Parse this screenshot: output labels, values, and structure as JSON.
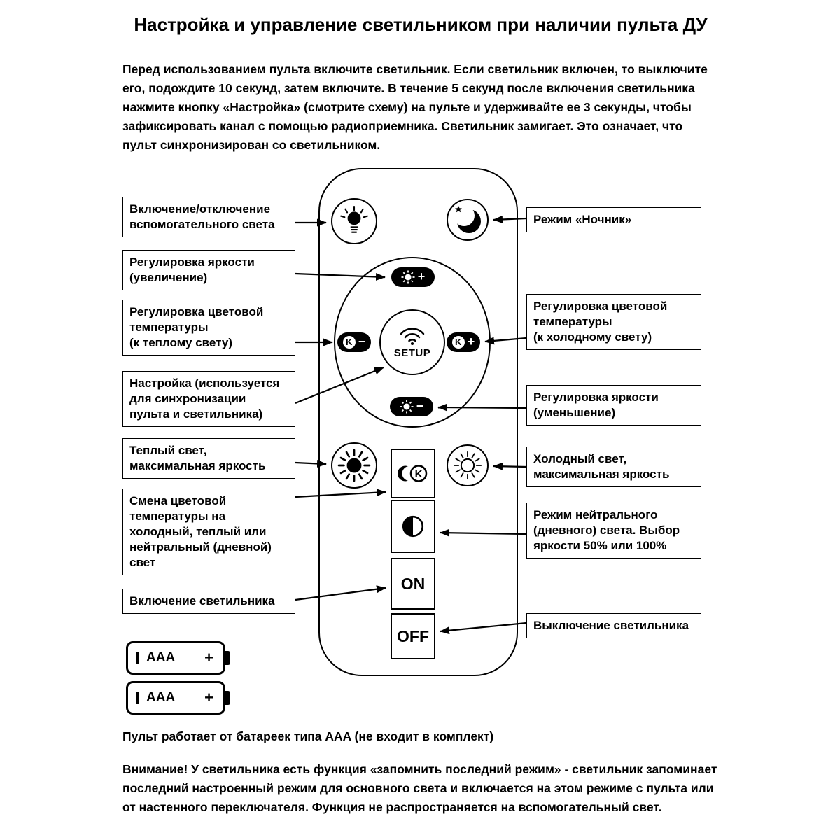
{
  "title": "Настройка и управление светильником при наличии пульта ДУ",
  "intro": "Перед использованием пульта включите светильник. Если светильник включен, то выключите его, подождите 10 секунд, затем включите. В течение 5 секунд после включения светильника нажмите кнопку «Настройка» (смотрите схему) на пульте и удерживайте ее 3 секунды, чтобы зафиксировать канал с помощью радиоприемника. Светильник замигает. Это означает, что пульт синхронизирован со светильником.",
  "callouts": {
    "left": [
      "Включение/отключение\nвспомогательного света",
      "Регулировка яркости\n(увеличение)",
      "Регулировка цветовой\nтемпературы\n(к теплому свету)",
      "Настройка (используется\nдля синхронизации\nпульта и светильника)",
      "Теплый свет,\nмаксимальная яркость",
      "Смена цветовой\nтемпературы на\nхолодный, теплый или\nнейтральный (дневной)\nсвет",
      "Включение светильника"
    ],
    "right": [
      "Режим «Ночник»",
      "Регулировка цветовой\nтемпературы\n(к холодному свету)",
      "Регулировка яркости\n(уменьшение)",
      "Холодный свет,\nмаксимальная яркость",
      "Режим нейтрального\n(дневного) света. Выбор\nяркости 50% или 100%",
      "Выключение светильника"
    ]
  },
  "remote": {
    "setup_label": "SETUP",
    "on_label": "ON",
    "off_label": "OFF",
    "k_letter": "K",
    "plus_sign": "+",
    "minus_sign": "−"
  },
  "battery": {
    "type_label": "AAA",
    "plus_label": "+",
    "note": "Пульт работает от батареек типа AAA (не входит в комплект)"
  },
  "warning": "Внимание! У светильника есть функция «запомнить последний режим» - светильник запоминает последний настроенный режим для основного света и включается на этом режиме с пульта или от настенного переключателя. Функция не распространяется на вспомогательный свет."
}
